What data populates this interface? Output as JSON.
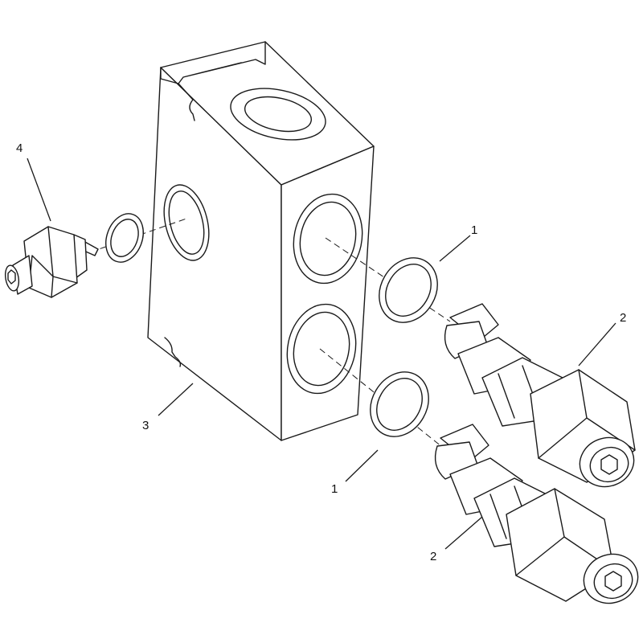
{
  "callouts": {
    "c1_upper": "1",
    "c1_lower": "1",
    "c2_upper": "2",
    "c2_lower": "2",
    "c3": "3",
    "c4": "4"
  },
  "colors": {
    "line": "#1a1a1a",
    "background": "#ffffff"
  }
}
